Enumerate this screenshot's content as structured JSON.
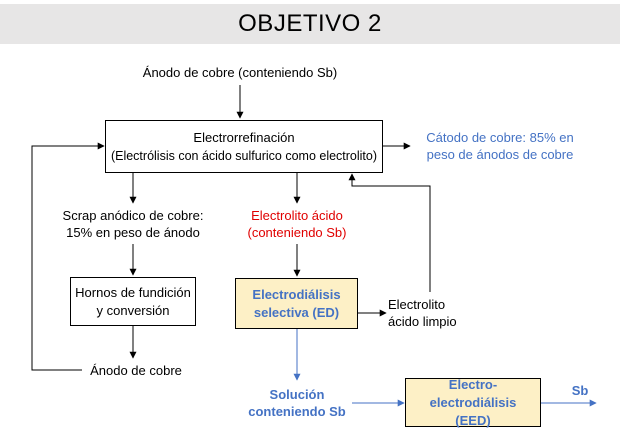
{
  "title": "OBJETIVO 2",
  "nodes": {
    "anode_input": "Ánodo de cobre (conteniendo Sb)",
    "electrorefining": {
      "line1": "Electrorrefinación",
      "line2": "(Electrólisis con ácido sulfurico como electrolito)"
    },
    "cathode_output": {
      "line1": "Cátodo de cobre:  85% en",
      "line2": "peso de ánodos de cobre"
    },
    "scrap": {
      "line1": "Scrap anódico de cobre:",
      "line2": "15% en peso de ánodo"
    },
    "acid_electrolyte": {
      "line1": "Electrolito ácido",
      "line2": "(conteniendo Sb)"
    },
    "furnaces": {
      "line1": "Hornos de fundición",
      "line2": "y conversión"
    },
    "selective_ed": {
      "line1": "Electrodiálisis",
      "line2": "selectiva (ED)"
    },
    "clean_electrolyte": {
      "line1": "Electrolito",
      "line2": "ácido limpio"
    },
    "copper_anode": "Ánodo de cobre",
    "sb_solution": {
      "line1": "Solución",
      "line2": "conteniendo Sb"
    },
    "eed": {
      "line1": "Electro-electrodiálisis",
      "line2": "(EED)"
    },
    "sb_output": "Sb"
  },
  "colors": {
    "accent_blue": "#4472c4",
    "red": "#e00000",
    "box_fill": "#fdf0c6",
    "title_bg": "#e7e6e6"
  }
}
